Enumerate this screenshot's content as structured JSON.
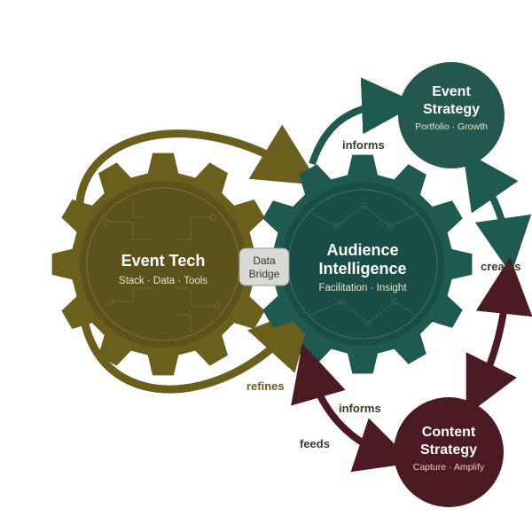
{
  "nodes": {
    "event_tech": {
      "title": "Event Tech",
      "subtitle": "Stack · Data · Tools",
      "color": "#6b5f1e"
    },
    "audience_intelligence": {
      "title_line1": "Audience",
      "title_line2": "Intelligence",
      "subtitle": "Facilitation · Insight",
      "color": "#1f5a50"
    },
    "event_strategy": {
      "title_line1": "Event",
      "title_line2": "Strategy",
      "subtitle": "Portfolio · Growth",
      "color": "#24574d"
    },
    "content_strategy": {
      "title_line1": "Content",
      "title_line2": "Strategy",
      "subtitle": "Capture · Amplify",
      "color": "#4b1a22"
    }
  },
  "bridge": {
    "line1": "Data",
    "line2": "Bridge"
  },
  "edge_labels": {
    "informs_top": "informs",
    "creates": "creates",
    "refines": "refines",
    "informs_bottom": "informs",
    "feeds": "feeds"
  },
  "colors": {
    "olive": "#6b5f1e",
    "teal": "#1f5a50",
    "maroon": "#4b1a22",
    "bridge_bg": "#d9d9d6"
  }
}
